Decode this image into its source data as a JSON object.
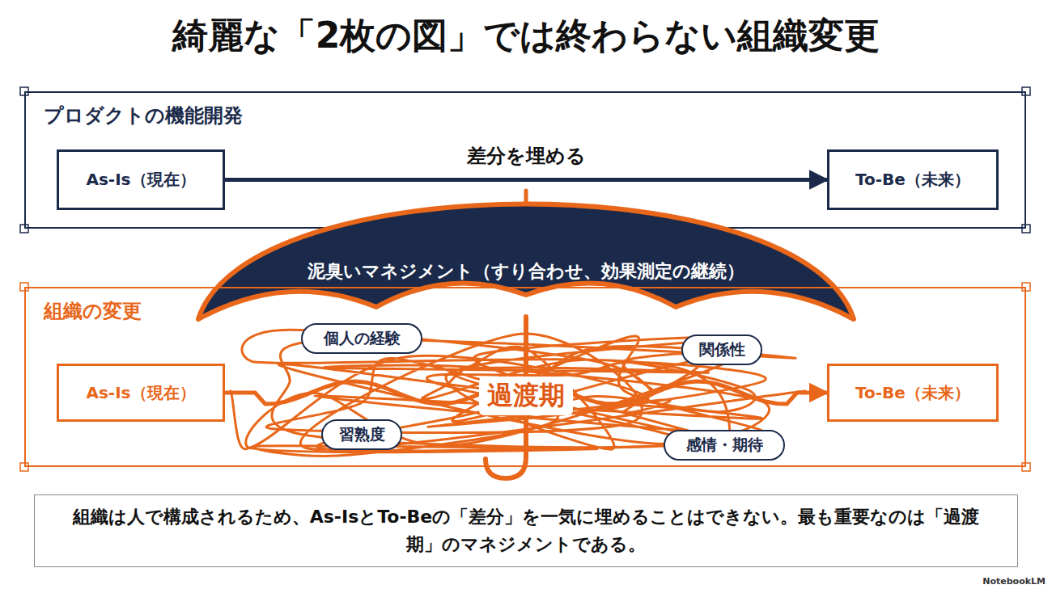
{
  "diagram": {
    "title": "綺麗な「2枚の図」では終わらない組織変更",
    "caption": "組織は人で構成されるため、As-IsとTo-Beの「差分」を一気に埋めることはできない。最も重要なのは「過渡期」のマネジメントである。",
    "nodes": [
      {
        "text": [
          "プロダクトの機能開発"
        ]
      },
      {
        "text": [
          "As-Is（現在）"
        ],
        "in": 0
      },
      {
        "text": [
          "To-Be（未来）"
        ],
        "in": 0
      },
      {
        "text": [
          "泥臭いマネジメント（すり合わせ、効果測定の継続）"
        ]
      },
      {
        "text": [
          "組織の変更"
        ]
      },
      {
        "text": [
          "As-Is（現在）"
        ],
        "in": 4
      },
      {
        "text": [
          "個人の経験"
        ],
        "in": 4
      },
      {
        "text": [
          "関係性"
        ],
        "in": 4
      },
      {
        "text": [
          "習熟度"
        ],
        "in": 4
      },
      {
        "text": [
          "感情・期待"
        ],
        "in": 4
      },
      {
        "text": [
          "To-Be（未来）"
        ],
        "in": 4
      }
    ],
    "edges": [
      {
        "from": 1,
        "to": 2,
        "label": "差分を埋める",
        "arrow": "to"
      },
      {
        "from": 5,
        "to": 10,
        "arrow": "to"
      }
    ],
    "labels": [
      "過渡期",
      "NotebookLM"
    ]
  }
}
